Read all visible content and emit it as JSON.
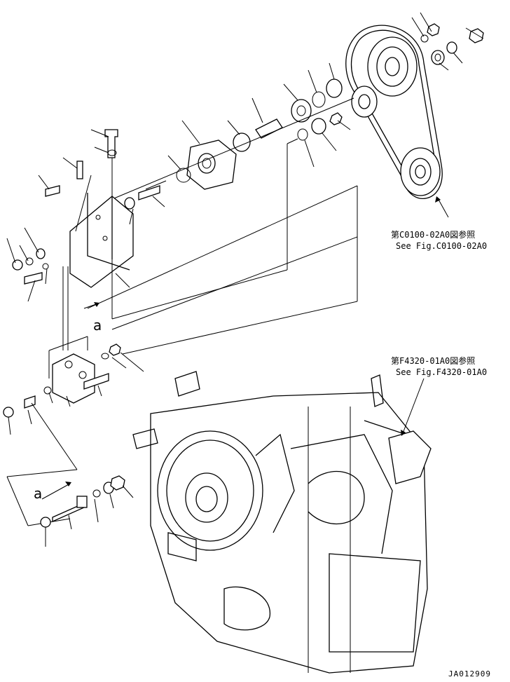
{
  "references": [
    {
      "jp": "第C0100-02A0図参照",
      "en": "See Fig.C0100-02A0"
    },
    {
      "jp": "第F4320-01A0図参照",
      "en": "See Fig.F4320-01A0"
    }
  ],
  "detail_labels": [
    "a",
    "a"
  ],
  "drawing_number": "JA012909",
  "icons": [
    "belt-drive-illustration",
    "transmission-illustration",
    "bracket-illustration"
  ]
}
